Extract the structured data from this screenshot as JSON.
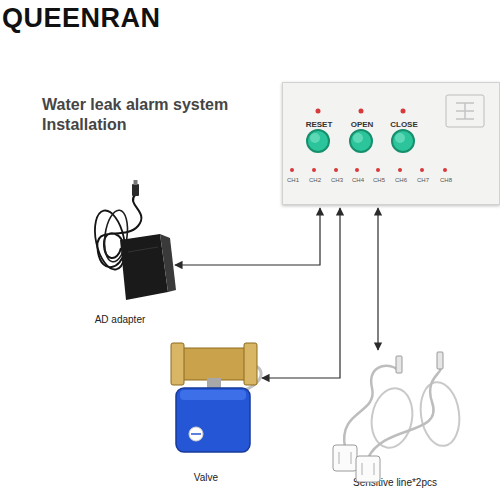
{
  "diagram": {
    "title": "Water leak alarm system Installation",
    "nodes": [
      {
        "text": [
          "RESET",
          "OPEN",
          "CLOSE",
          "CH1",
          "CH2",
          "CH3",
          "CH4",
          "CH5",
          "CH6",
          "CH7",
          "CH8"
        ]
      },
      {
        "text": [
          "AD adapter"
        ]
      },
      {
        "text": [
          "Valve"
        ]
      },
      {
        "text": [
          "Sensitive line*2pcs"
        ]
      }
    ],
    "edges": [
      {
        "from": 0,
        "to": 1,
        "arrow": "both"
      },
      {
        "from": 0,
        "to": 2,
        "arrow": "both"
      },
      {
        "from": 0,
        "to": 3,
        "arrow": "both"
      }
    ],
    "labels": [
      "QUEENRAN"
    ]
  }
}
